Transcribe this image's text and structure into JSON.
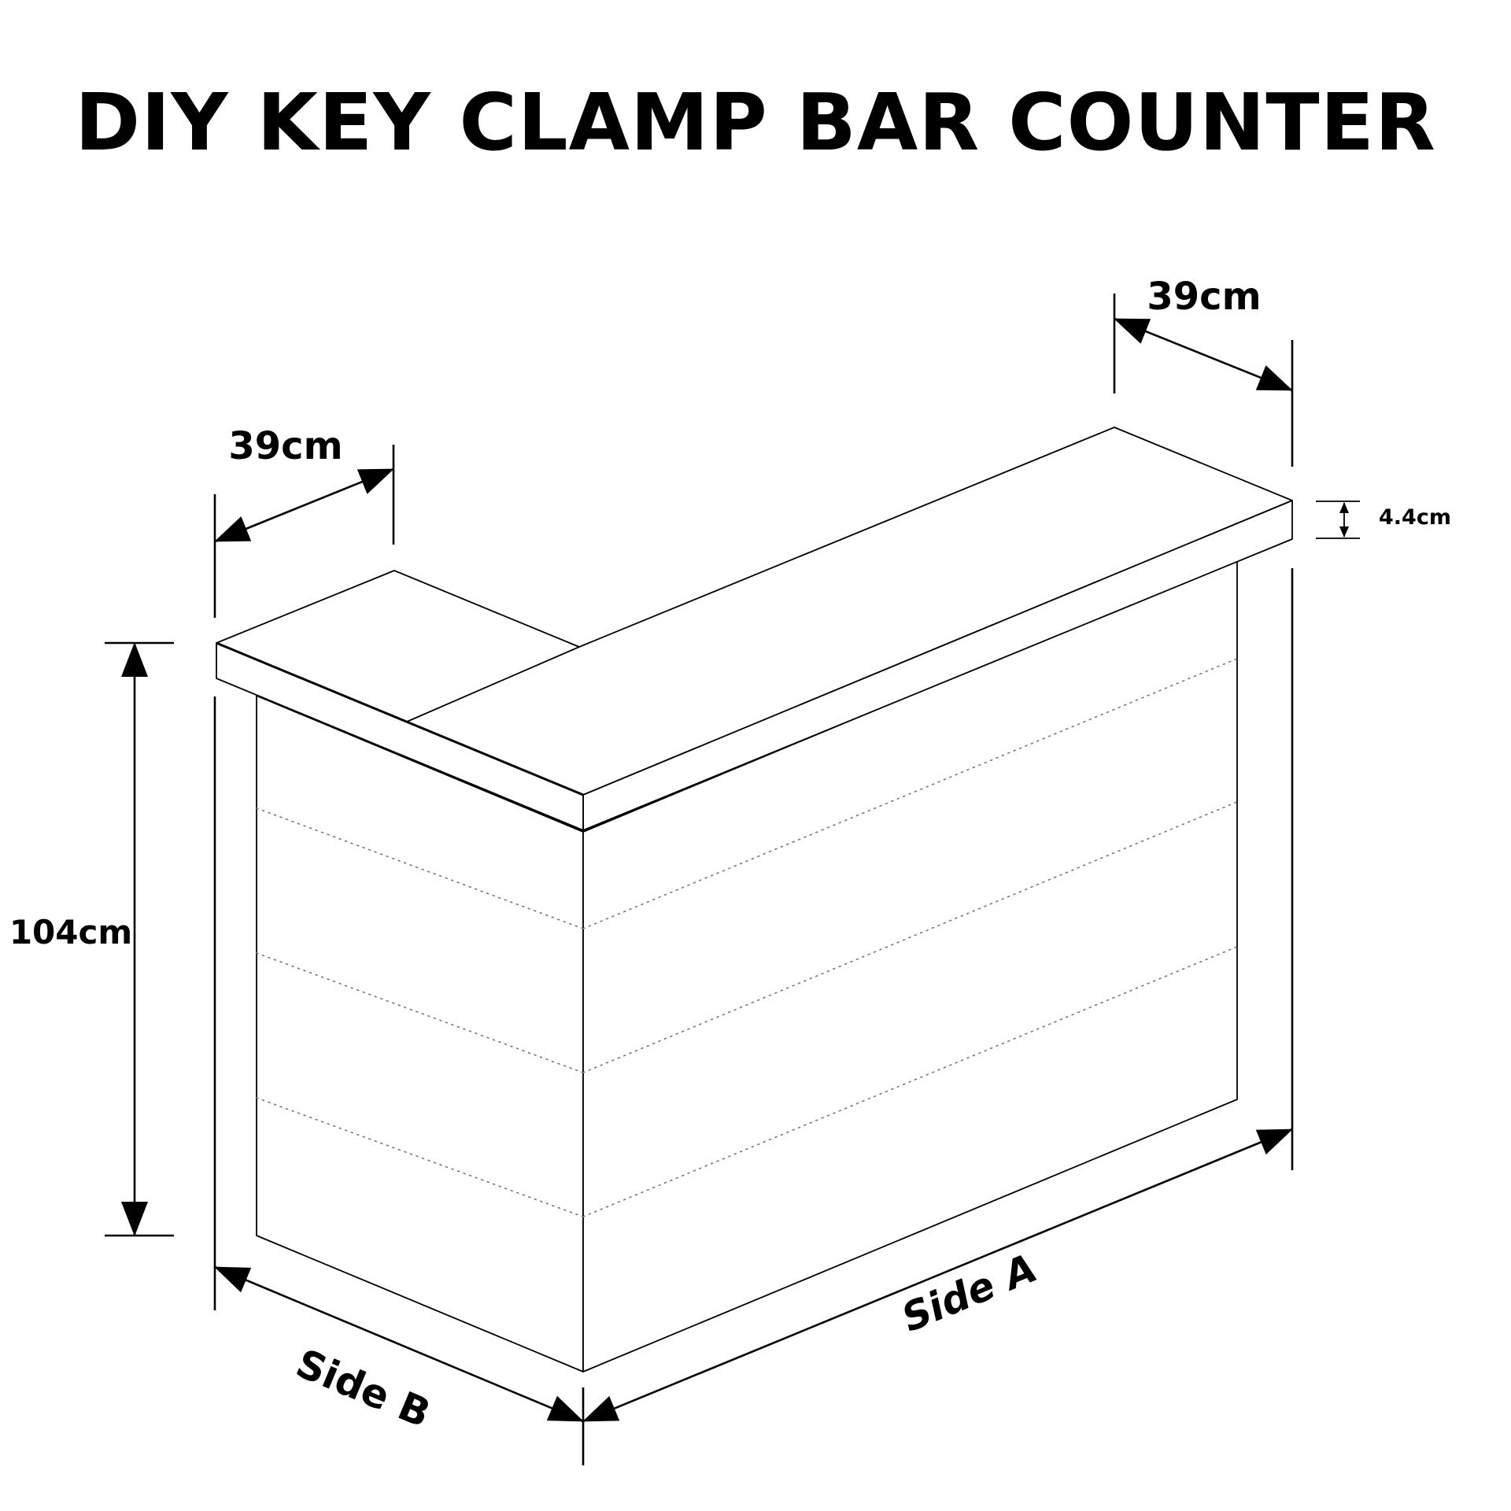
{
  "title": "DIY KEY CLAMP BAR COUNTER",
  "dimensions": {
    "top_width_left": "39cm",
    "top_width_right": "39cm",
    "height": "104cm",
    "top_thickness": "4.4cm"
  },
  "sides": {
    "side_a": "Side A",
    "side_b": "Side B"
  }
}
